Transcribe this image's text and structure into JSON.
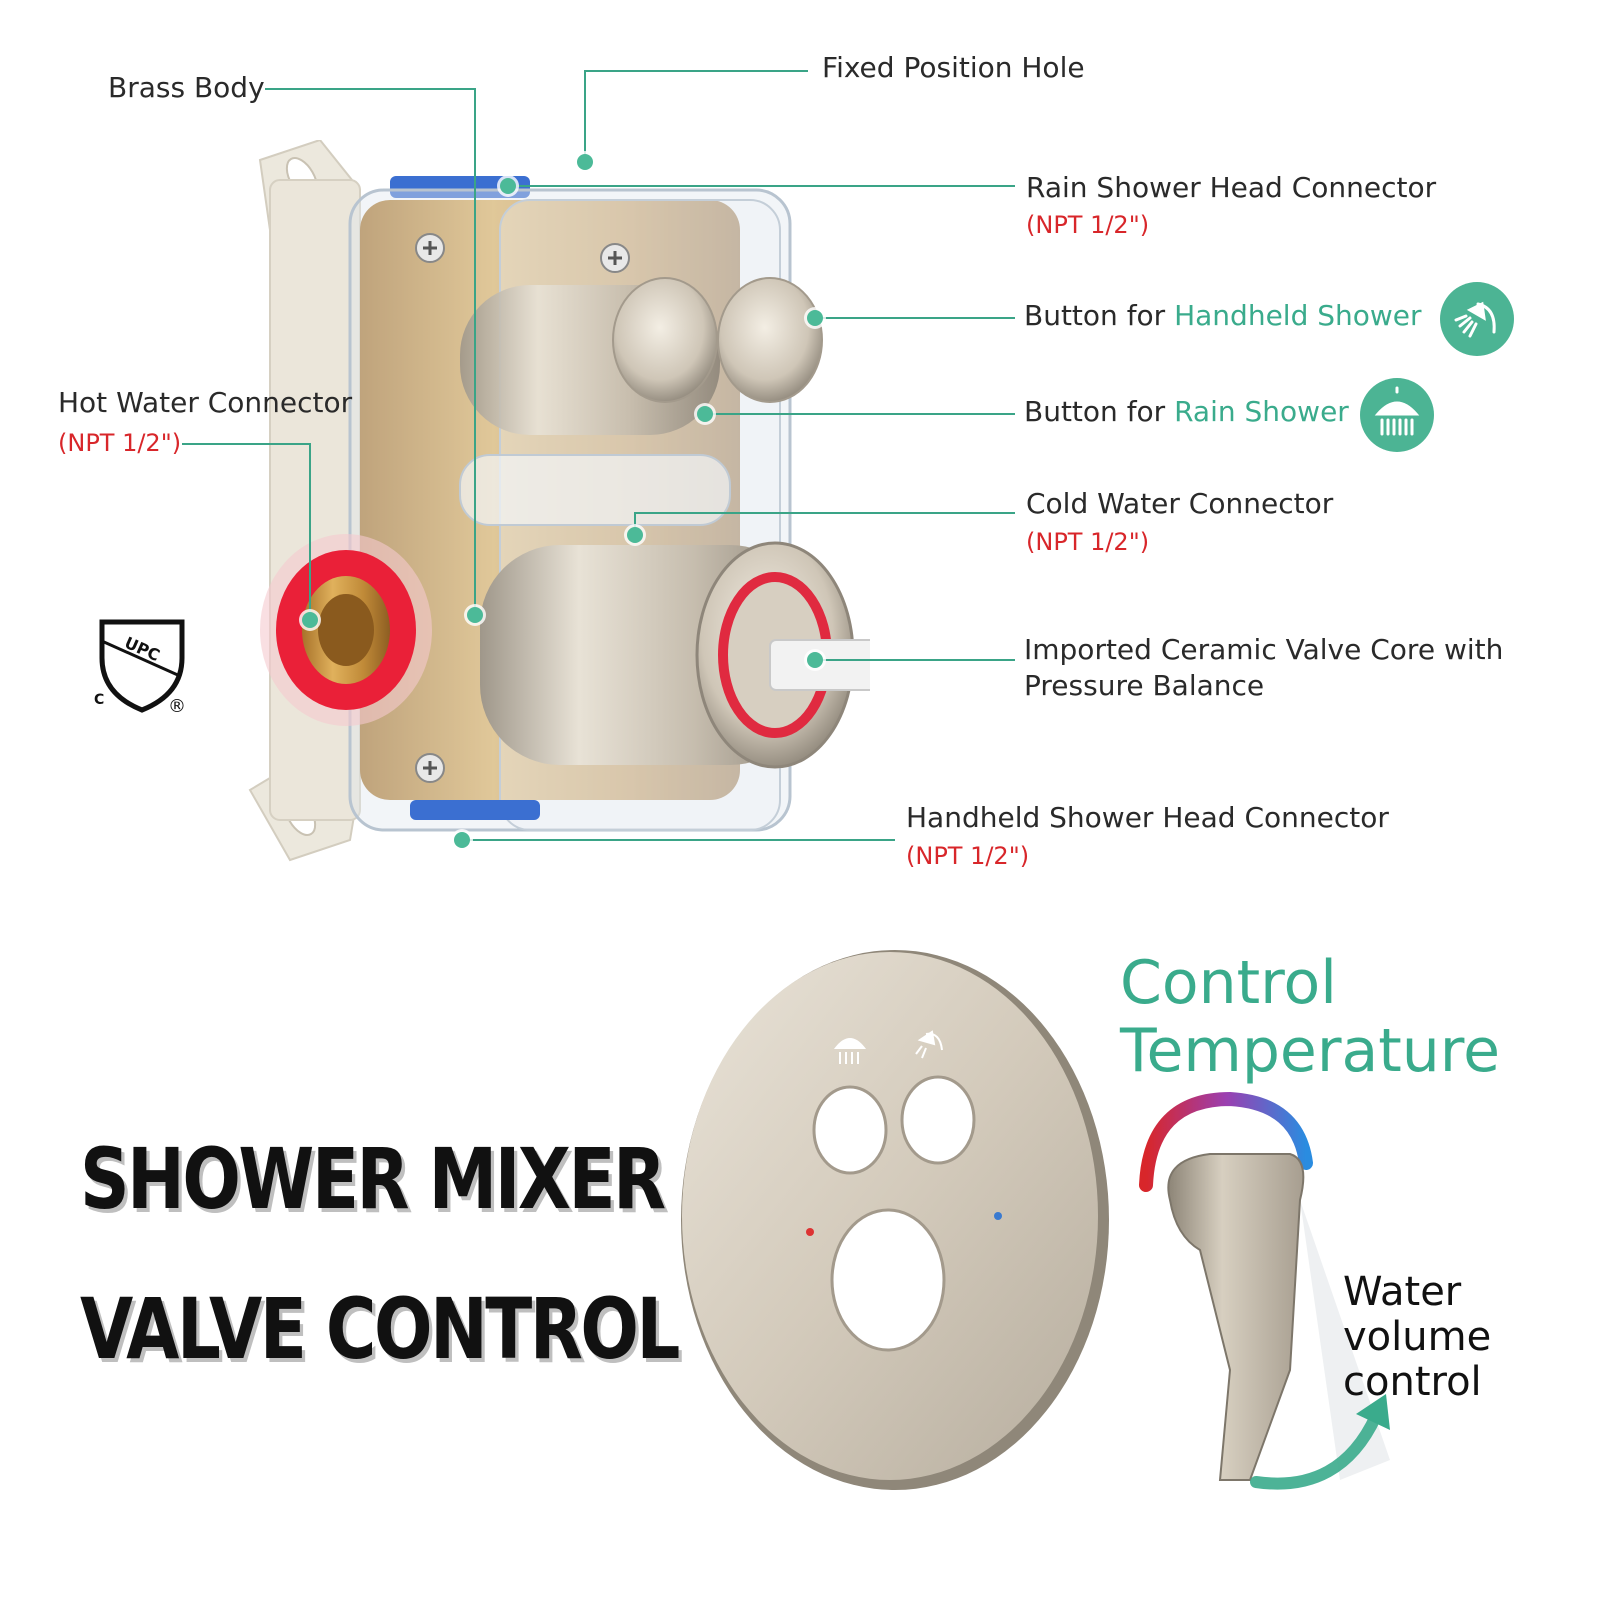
{
  "callouts": {
    "brass_body": "Brass Body",
    "fixed_position_hole": "Fixed Position Hole",
    "rain_connector": {
      "label": "Rain Shower Head Connector",
      "spec": "(NPT 1/2\")"
    },
    "handheld_button": {
      "prefix": "Button for ",
      "highlight": "Handheld Shower"
    },
    "rain_button": {
      "prefix": "Button for ",
      "highlight": "Rain Shower"
    },
    "hot_water": {
      "label": "Hot Water Connector",
      "spec": "(NPT 1/2\")"
    },
    "cold_water": {
      "label": "Cold Water Connector",
      "spec": "(NPT 1/2\")"
    },
    "valve_core": {
      "line1": "Imported Ceramic Valve Core with",
      "line2": "Pressure Balance"
    },
    "handheld_connector": {
      "label": "Handheld Shower Head Connector",
      "spec": "(NPT 1/2\")"
    }
  },
  "certification": {
    "letters": "UPC",
    "c_mark": "C",
    "registered": "®"
  },
  "headline": {
    "line1": "SHOWER MIXER",
    "line2": "VALVE CONTROL"
  },
  "control_temperature": {
    "line1": "Control",
    "line2": "Temperature"
  },
  "water_volume": {
    "line1": "Water volume",
    "line2": "control"
  },
  "colors": {
    "accent_green": "#3aab8c",
    "spec_red": "#d8262a",
    "brushed_nickel": "#c9c1b3",
    "brass": "#c89a4a"
  },
  "icons": [
    "handheld-shower-icon",
    "rain-shower-icon",
    "upc-shield-icon",
    "temperature-arc-icon",
    "rotate-arrow-icon"
  ]
}
